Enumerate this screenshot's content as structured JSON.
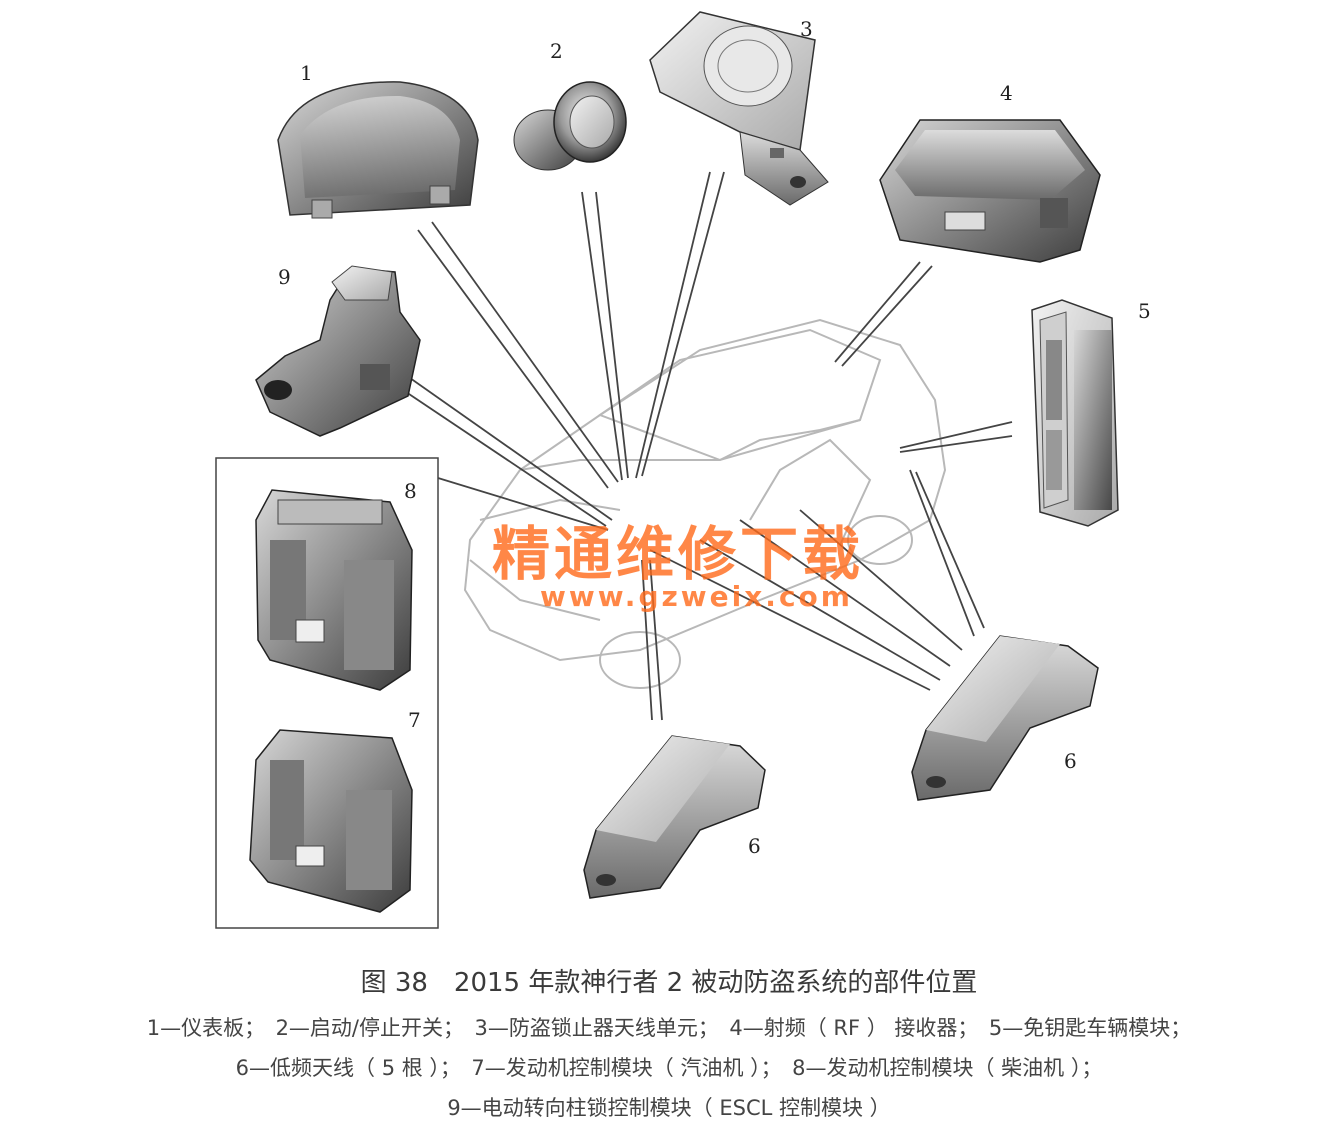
{
  "labels": {
    "part_1": "1",
    "part_2": "2",
    "part_3": "3",
    "part_4": "4",
    "part_5": "5",
    "part_6a": "6",
    "part_6b": "6",
    "part_7": "7",
    "part_8": "8",
    "part_9": "9"
  },
  "watermark": {
    "chinese": "精通维修下载",
    "url": "www.gzweix.com"
  },
  "caption": "图 38　2015 年款神行者 2 被动防盗系统的部件位置",
  "legend": {
    "line1": "1—仪表板；　2—启动/停止开关；　3—防盗锁止器天线单元；　4—射频（ RF ） 接收器；　5—免钥匙车辆模块；",
    "line2": "6—低频天线（ 5 根 ）；　7—发动机控制模块（ 汽油机 ）；　8—发动机控制模块（ 柴油机 ）；",
    "line3": "9—电动转向柱锁控制模块（ ESCL 控制模块 ）"
  }
}
